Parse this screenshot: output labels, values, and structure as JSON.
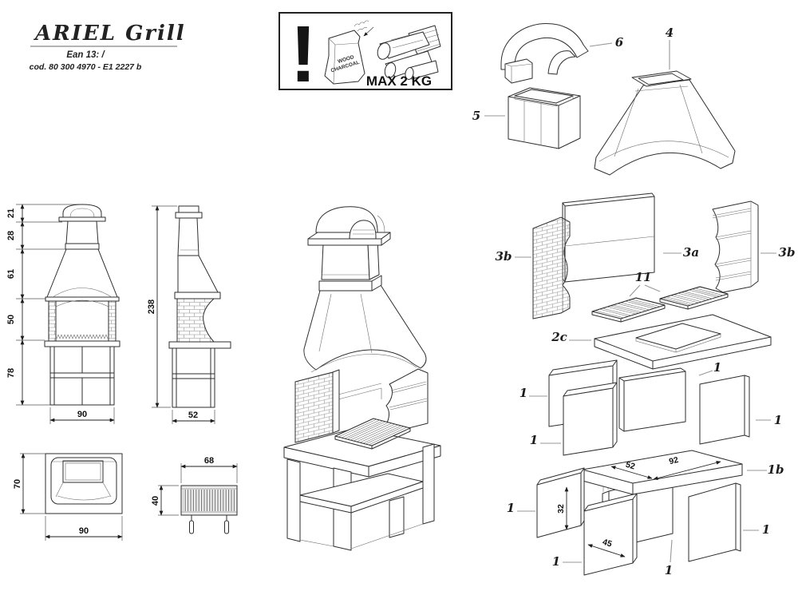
{
  "document": {
    "title": "ARIEL Grill",
    "ean_line": "Ean 13: /",
    "code_line": "cod. 80 300 4970 - E1 2227 b"
  },
  "warning": {
    "exclamation": "!",
    "bag_text_top": "WOOD",
    "bag_text_bottom": "CHARCOAL",
    "max_load": "MAX 2 KG"
  },
  "dimensions": {
    "front_view": {
      "segments": [
        "21",
        "28",
        "61",
        "50",
        "78"
      ],
      "width": "90"
    },
    "side_view": {
      "total_height": "238",
      "depth": "52"
    },
    "top_view": {
      "depth": "70",
      "width": "90"
    },
    "grate": {
      "width": "68",
      "depth": "40"
    }
  },
  "parts": {
    "cap": "6",
    "hood": "4",
    "chimney": "5",
    "brick_column": "3b",
    "back_panel": "3a",
    "grill_grates": "11",
    "worktop": "2c",
    "panel": "1",
    "shelf": "1b"
  },
  "exploded_dimensions": {
    "shelf_depth": "52",
    "shelf_width": "92",
    "panel_height": "32",
    "panel_width": "45"
  }
}
